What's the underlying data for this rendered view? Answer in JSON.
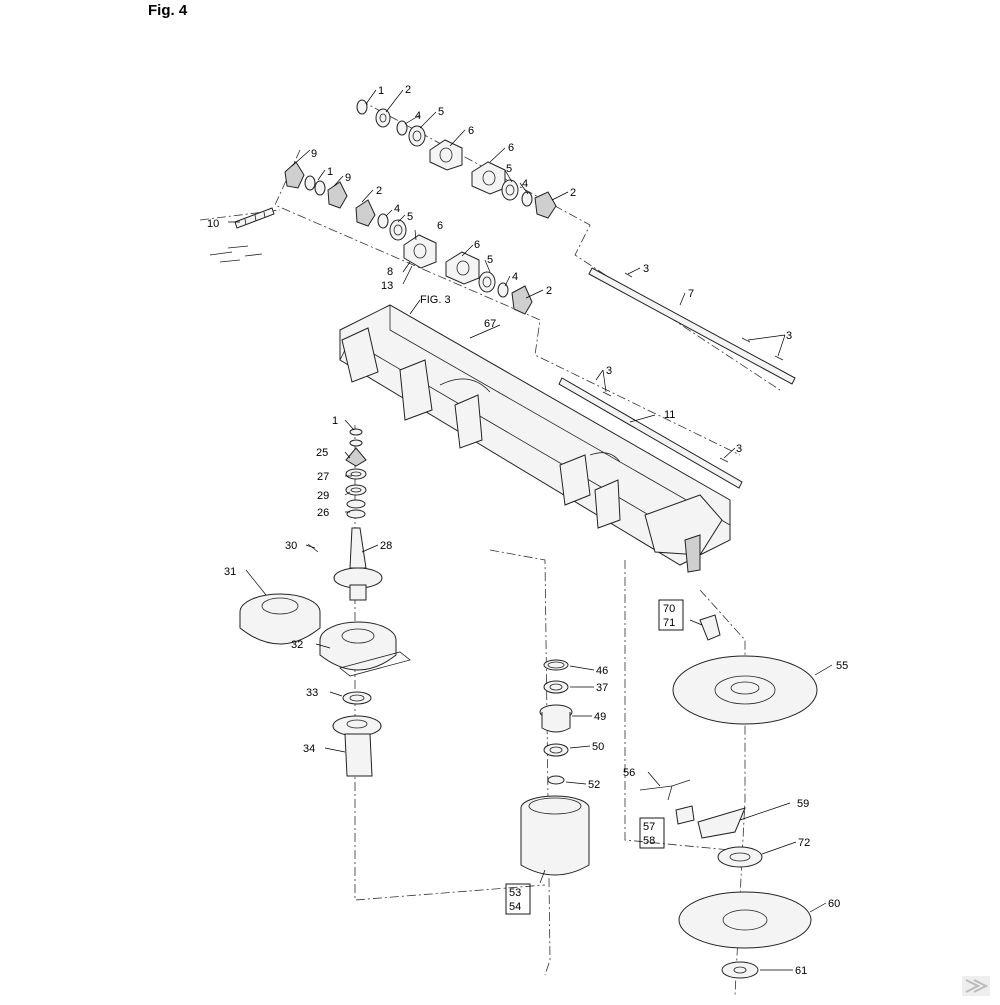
{
  "figure": {
    "title": "Fig. 4",
    "reference": "FIG. 3"
  },
  "colors": {
    "ink": "#222222",
    "shade": "#cfcfcf",
    "light": "#f4f4f4"
  },
  "callouts": {
    "c1a": "1",
    "c2a": "2",
    "c4a": "4",
    "c5a": "5",
    "c6a": "6",
    "c6b": "6",
    "c5b": "5",
    "c4b": "4",
    "c2b": "2",
    "c9a": "9",
    "c1b": "1",
    "c9b": "9",
    "c2c": "2",
    "c4c": "4",
    "c5c": "5",
    "c10": "10",
    "c6c": "6",
    "c6d": "6",
    "c8": "8",
    "c13": "13",
    "c5d": "5",
    "c4d": "4",
    "c2d": "2",
    "c3a": "3",
    "c7": "7",
    "c67": "67",
    "c3b": "3",
    "c3c": "3",
    "c11": "11",
    "c3d": "3",
    "c1c": "1",
    "c25": "25",
    "c27": "27",
    "c29": "29",
    "c26": "26",
    "c30": "30",
    "c28": "28",
    "c31": "31",
    "c32": "32",
    "c33": "33",
    "c34": "34",
    "c70": "70",
    "c71": "71",
    "c55": "55",
    "c46": "46",
    "c37": "37",
    "c49": "49",
    "c50": "50",
    "c52": "52",
    "c56": "56",
    "c59": "59",
    "c57": "57",
    "c58": "58",
    "c72": "72",
    "c53": "53",
    "c54": "54",
    "c60": "60",
    "c61": "61"
  },
  "icons": {
    "corner_logo": "brand-chevron-icon"
  }
}
